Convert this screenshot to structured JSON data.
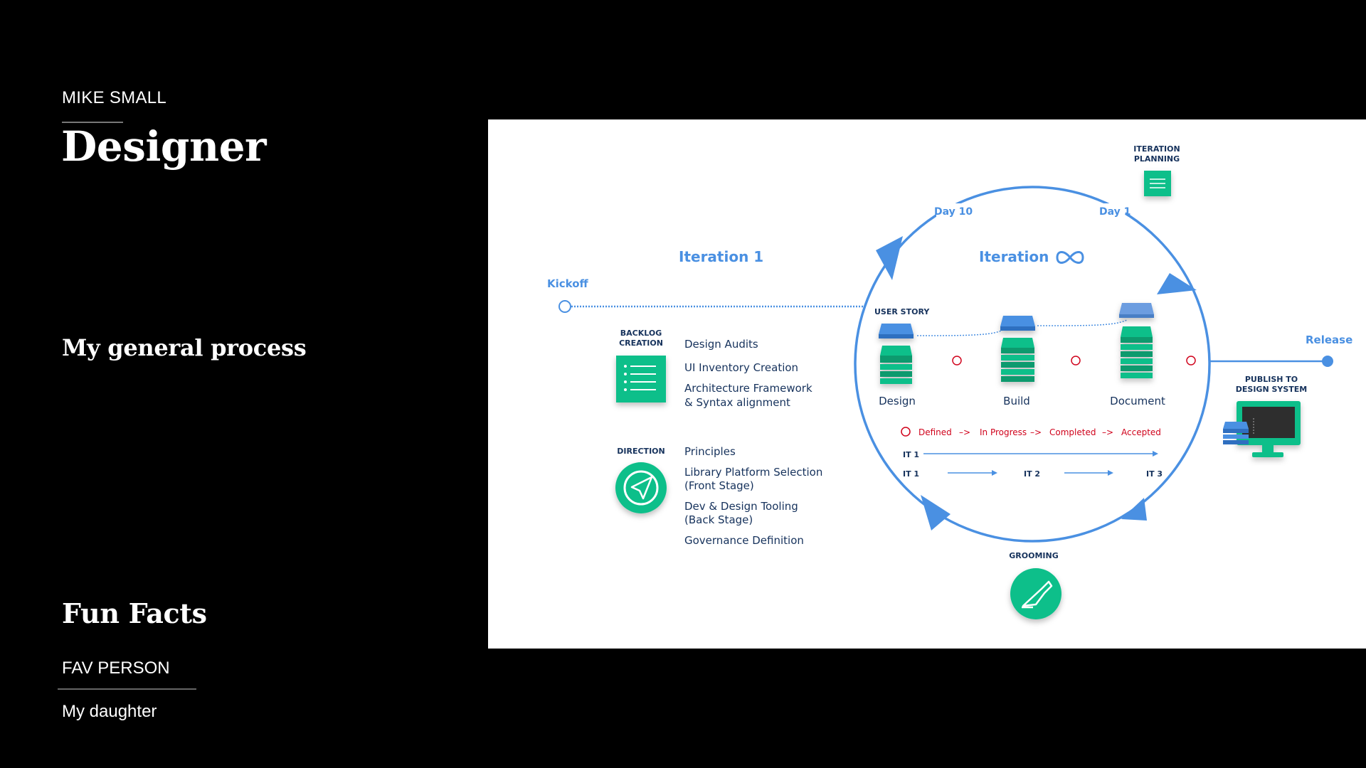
{
  "slide": {
    "name": "MIKE SMALL",
    "role": "Designer",
    "process_title": "My general process",
    "fun_facts_title": "Fun Facts",
    "fav_label": "FAV PERSON",
    "fav_value": "My daughter"
  },
  "diagram": {
    "iteration_1": "Iteration 1",
    "iteration_inf": "Iteration",
    "kickoff": "Kickoff",
    "release": "Release",
    "day10": "Day 10",
    "day1": "Day 1",
    "iteration_planning": [
      "ITERATION",
      "PLANNING"
    ],
    "user_story": "USER STORY",
    "backlog": [
      "BACKLOG",
      "CREATION"
    ],
    "backlog_items": [
      "Design Audits",
      "UI Inventory Creation",
      "Architecture Framework",
      "& Syntax alignment"
    ],
    "direction": "DIRECTION",
    "direction_items": [
      "Principles",
      "Library Platform Selection",
      "(Front Stage)",
      "Dev & Design Tooling",
      "(Back Stage)",
      "Governance Definition"
    ],
    "stages": [
      "Design",
      "Build",
      "Document"
    ],
    "status_flow": [
      "Defined",
      "–>",
      "In Progress",
      "–>",
      "Completed",
      "–>",
      "Accepted"
    ],
    "it_labels": [
      "IT 1",
      "IT 1",
      "IT 2",
      "IT 3"
    ],
    "grooming": "GROOMING",
    "publish": [
      "PUBLISH TO",
      "DESIGN SYSTEM"
    ],
    "colors": {
      "blue": "#4a90e2",
      "navy": "#16325c",
      "green": "#0fbf8a",
      "red": "#d0021b"
    }
  }
}
